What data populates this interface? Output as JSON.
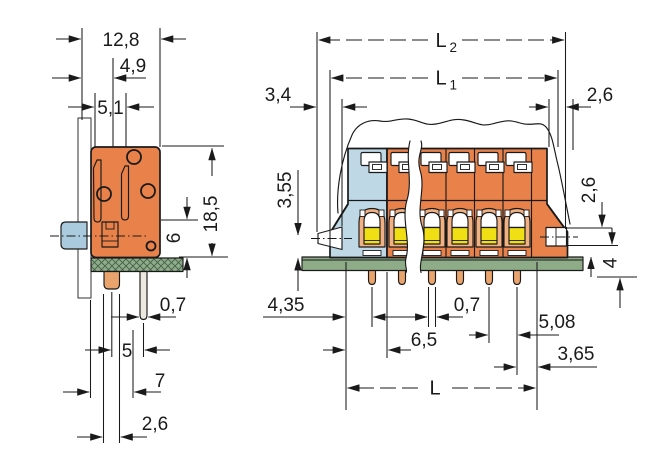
{
  "diagram": {
    "colors": {
      "housing_orange": "#E8824A",
      "end_module_blue": "#BFD8E6",
      "clip_blue": "#A9CBDD",
      "clamp_peach": "#F2B183",
      "spring_yellow": "#F0DF14",
      "pcb_green": "#8FAC88",
      "pin_copper": "#E9A36C",
      "pin_steel": "#EDE9E1",
      "line": "#1a1a1a"
    },
    "side": {
      "d12_8": "12,8",
      "d4_9": "4,9",
      "d5_1": "5,1",
      "d18_5": "18,5",
      "d6": "6",
      "d0_7": "0,7",
      "d5": "5",
      "d7": "7",
      "d2_6": "2,6"
    },
    "front": {
      "L_base": "L",
      "L2_sub": "2",
      "L1_sub": "1",
      "d3_4": "3,4",
      "d2_6_top": "2,6",
      "d3_55": "3,55",
      "d2_6_side": "2,6",
      "d4": "4",
      "d4_35": "4,35",
      "d0_7": "0,7",
      "d6_5": "6,5",
      "d5_08": "5,08",
      "d3_65": "3,65",
      "L_label": "L"
    }
  }
}
